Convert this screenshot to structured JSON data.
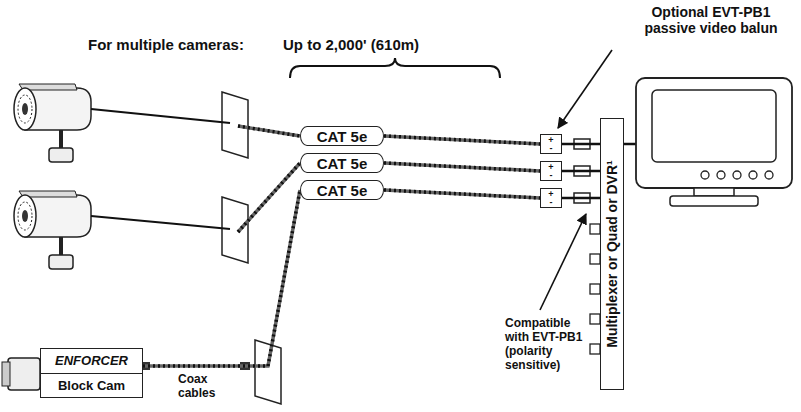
{
  "diagram": {
    "nodes": [
      {
        "text": [
          "ENFORCER",
          "Block Cam"
        ]
      },
      {
        "text": [
          "CAT 5e"
        ]
      },
      {
        "text": [
          "CAT 5e"
        ]
      },
      {
        "text": [
          "CAT 5e"
        ]
      },
      {
        "text": [
          "+",
          "-"
        ]
      },
      {
        "text": [
          "+",
          "-"
        ]
      },
      {
        "text": [
          "+",
          "-"
        ]
      },
      {
        "text": [
          "Multiplexer or Quad or DVR¹"
        ]
      }
    ],
    "edges": [
      {
        "from": 0,
        "to": 3,
        "arrow": "none"
      },
      {
        "from": 1,
        "to": 4,
        "arrow": "none"
      },
      {
        "from": 2,
        "to": 5,
        "arrow": "none"
      },
      {
        "from": 3,
        "to": 6,
        "arrow": "none"
      },
      {
        "from": 4,
        "to": 7,
        "arrow": "none"
      },
      {
        "from": 5,
        "to": 7,
        "arrow": "none"
      },
      {
        "from": 6,
        "to": 7,
        "arrow": "none"
      }
    ],
    "labels": [
      "For multiple cameras:",
      "Up to 2,000' (610m)",
      "Optional EVT-PB1 passive video balun",
      "Coax cables",
      "Compatible with EVT-PB1 (polarity sensitive)"
    ]
  }
}
